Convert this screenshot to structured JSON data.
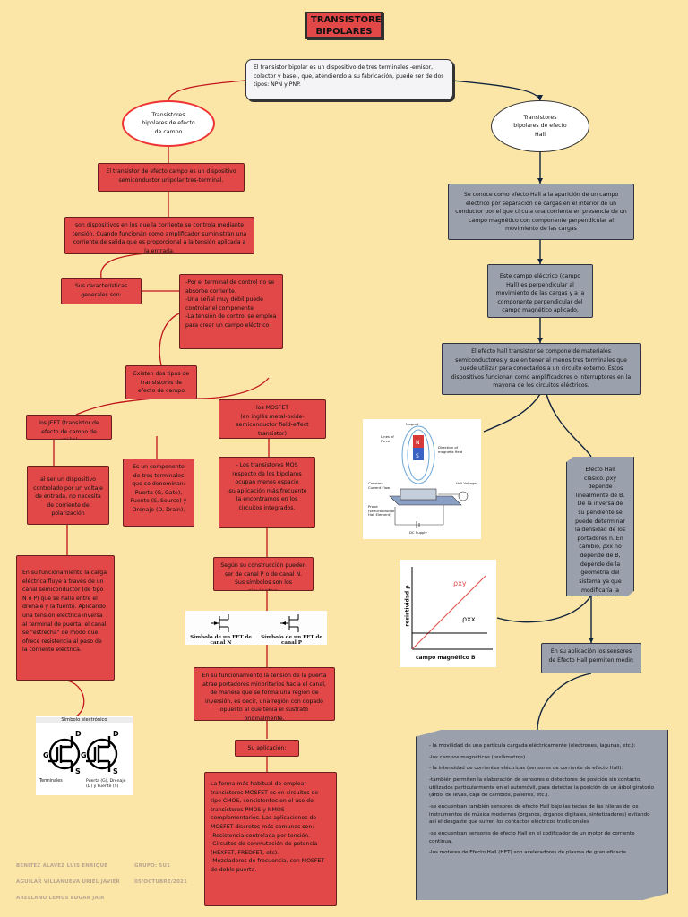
{
  "title": "TRANSISTORES\nBIPOLARES",
  "intro": "El transistor bipolar es un dispositivo de tres terminales -emisor, colector y base-, que, atendiendo a su fabricación, puede ser de dos tipos: NPN y PNP.",
  "left": {
    "oval": "Transistores bipolares de efecto de campo",
    "def": "El transistor de efecto campo es un dispositivo semiconductor unipolar tres-terminal.",
    "box2": "son dispositivos en los que la corriente se controla mediante tensión. Cuando funcionan como amplificador suministran una corriente de salida que es proporcional a la tensión aplicada a la entrada.",
    "caract_label": "Sus características generales son:",
    "caract_list": "-Por el terminal de control no se absorbe corriente.\n-Una señal muy débil puede controlar el componente\n-La tensión de control se emplea para crear un campo eléctrico",
    "types_label": "Existen dos tipos de transistores de efecto de campo",
    "jfet_label": "los JFET (transistor de efecto de campo de unión)",
    "mosfet_label": "los MOSFET\n(en inglés metal-oxide-semiconductor field-effect transistor)",
    "jfet_desc": "al ser un dispositivo controlado por un voltaje de entrada, no necesita de corriente de polarización",
    "terminals": "Es un componente de tres terminales que se denominan: Puerta (G, Gate), Fuente (S, Source) y Drenaje (D, Drain).",
    "mos_desc": "- Los transistores MOS respecto de los bipolares ocupan menos espacio\n-su aplicación más frecuente la encontramos en los circuitos integrados.",
    "jfet_func": "En su funcionamiento la carga eléctrica fluye a través de un canal semiconductor (de tipo N o P) que se halla entre el drenaje y la fuente. Aplicando una tensión eléctrica inversa al terminal de puerta, el canal se \"estrecha\" de modo que ofrece resistencia al paso de la corriente eléctrica.",
    "channel_text": "Según su construcción pueden ser de canal P o de canal N. Sus símbolos son los siguientes:",
    "fet_n": "Símbolo de un FET de canal N",
    "fet_p": "Símbolo de un FET de canal P",
    "mos_func": "En su funcionamiento la tensión de la puerta atrae portadores minoritarios hacia el canal, de manera que se forma una región de inversión, es decir, una región con dopado opuesto al que tenía el sustrato originalmente.",
    "app_label": "Su aplicación:",
    "mos_app": "La forma más habitual de emplear transistores MOSFET es en circuitos de tipo CMOS, consistentes en el uso de transistores PMOS y NMOS complementarios. Las aplicaciones de MOSFET discretos más comunes son:\n-Resistencia controlada por tensión.\n-Circuitos de conmutación de potencia (HEXFET, FREDFET, etc).\n-Mezcladores de frecuencia, con MOSFET de doble puerta.",
    "symbol": {
      "title": "Símbolo electrónico",
      "caption_left": "Terminales",
      "caption_right": "Puerta (G), Drenaje (D) y Fuente (S)"
    }
  },
  "right": {
    "oval": "Transistores bipolares de efecto Hall",
    "hall_def": "Se conoce como efecto Hall a la aparición de un campo eléctrico por separación de cargas en el interior de un conductor por el que circula una corriente en presencia de un campo magnético con componente perpendicular al movimiento de las cargas",
    "field_box": "Este campo eléctrico (campo Hall) es perpendicular al movimiento de las cargas y a la componente perpendicular del campo magnético aplicado.",
    "composition": "El efecto hall transistor se compone de materiales semiconductores y suelen tener al menos tres terminales que puede utilizar para conectarlos a un circuito externo. Estos dispositivos funcionan como amplificadores o interruptores en la mayoría de los circuitos eléctricos.",
    "classic": "Efecto Hall clásico. ρxy depende linealmente de B. De la inversa de su pendiente se puede determinar la densidad de los portadores n. En cambio, ρxx no depende de B, depende de la geometría del sistema ya que modificaría la movilidad de los portadores en él.",
    "sensor_label": "En su aplicación los sensores de Efecto Hall permiten medir:",
    "sensor_list": [
      "- la movilidad de una partícula cargada eléctricamente (electrones, lagunas, etc.):",
      "-los campos magnéticos (teslámetros)",
      "- la intensidad de corrientes eléctricas (sensores de corriente de efecto Hall).",
      "-también permiten la elaboración de sensores o detectores de posición sin contacto, utilizados particularmente en el automóvil, para detectar la posición de un árbol giratorio (árbol de levas, caja de cambios, palieres, etc.).",
      "-se encuentran también sensores de efecto Hall bajo las teclas de las hileras de los instrumentos de música modernos (órganos, órganos digitales, sintetizadores) evitando así el desgaste que sufren los contactos eléctricos tradicionales",
      "-se encuentran sensores de efecto Hall en el codificador de un motor de corriente continua.",
      "-los motores de Efecto Hall (HET) son aceleradores de plasma de gran eficacia."
    ],
    "graph": {
      "y_label": "resistividad ρ",
      "x_label": "campo magnético B",
      "rho_xy": "ρxy",
      "rho_xx": "ρxx"
    },
    "hall_diagram": {
      "magnet": "Magnet",
      "lines": "Lines of Force",
      "direction": "Direction of magnetic field",
      "current": "Constant Current Flow",
      "probe": "Probe (semiconductor Hall Element)",
      "voltage": "Hall Voltage",
      "supply": "DC Supply",
      "n": "N",
      "s": "S"
    }
  },
  "footer": {
    "name1": "BENITEZ ALAVEZ LUIS ENRIQUE",
    "name2": "AGUILAR VILLANUEVA URIEL JAVIER",
    "name3": "ARELLANO LEMUS EDGAR JAIR",
    "group": "GRUPO: 5U1",
    "date": "05/OCTUBRE/2021"
  }
}
